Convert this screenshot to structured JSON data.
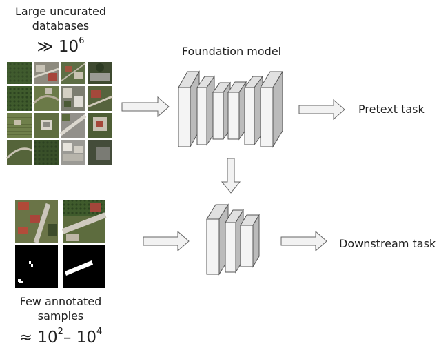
{
  "top_dataset": {
    "label_line1": "Large uncurated",
    "label_line2": "databases",
    "count_prefix": "≫ 10",
    "count_exp": "6"
  },
  "foundation": {
    "label": "Foundation model"
  },
  "pretext": {
    "label": "Pretext task"
  },
  "downstream": {
    "label": "Downstream task"
  },
  "bottom_dataset": {
    "label_line1": "Few annotated",
    "label_line2": "samples",
    "count_prefix": "≈ 10",
    "count_exp1": "2",
    "count_mid": "– 10",
    "count_exp2": "4"
  },
  "colors": {
    "block_front": "#f3f3f3",
    "block_side": "#b9b9b9",
    "block_stroke": "#555555",
    "arrow_fill": "#f2f2f2",
    "arrow_stroke": "#666666",
    "mask_bg": "#000000",
    "mask_fg": "#ffffff"
  },
  "icons": [
    "aerial-image-tile",
    "segmentation-mask-tile",
    "right-arrow-icon",
    "down-arrow-icon"
  ]
}
